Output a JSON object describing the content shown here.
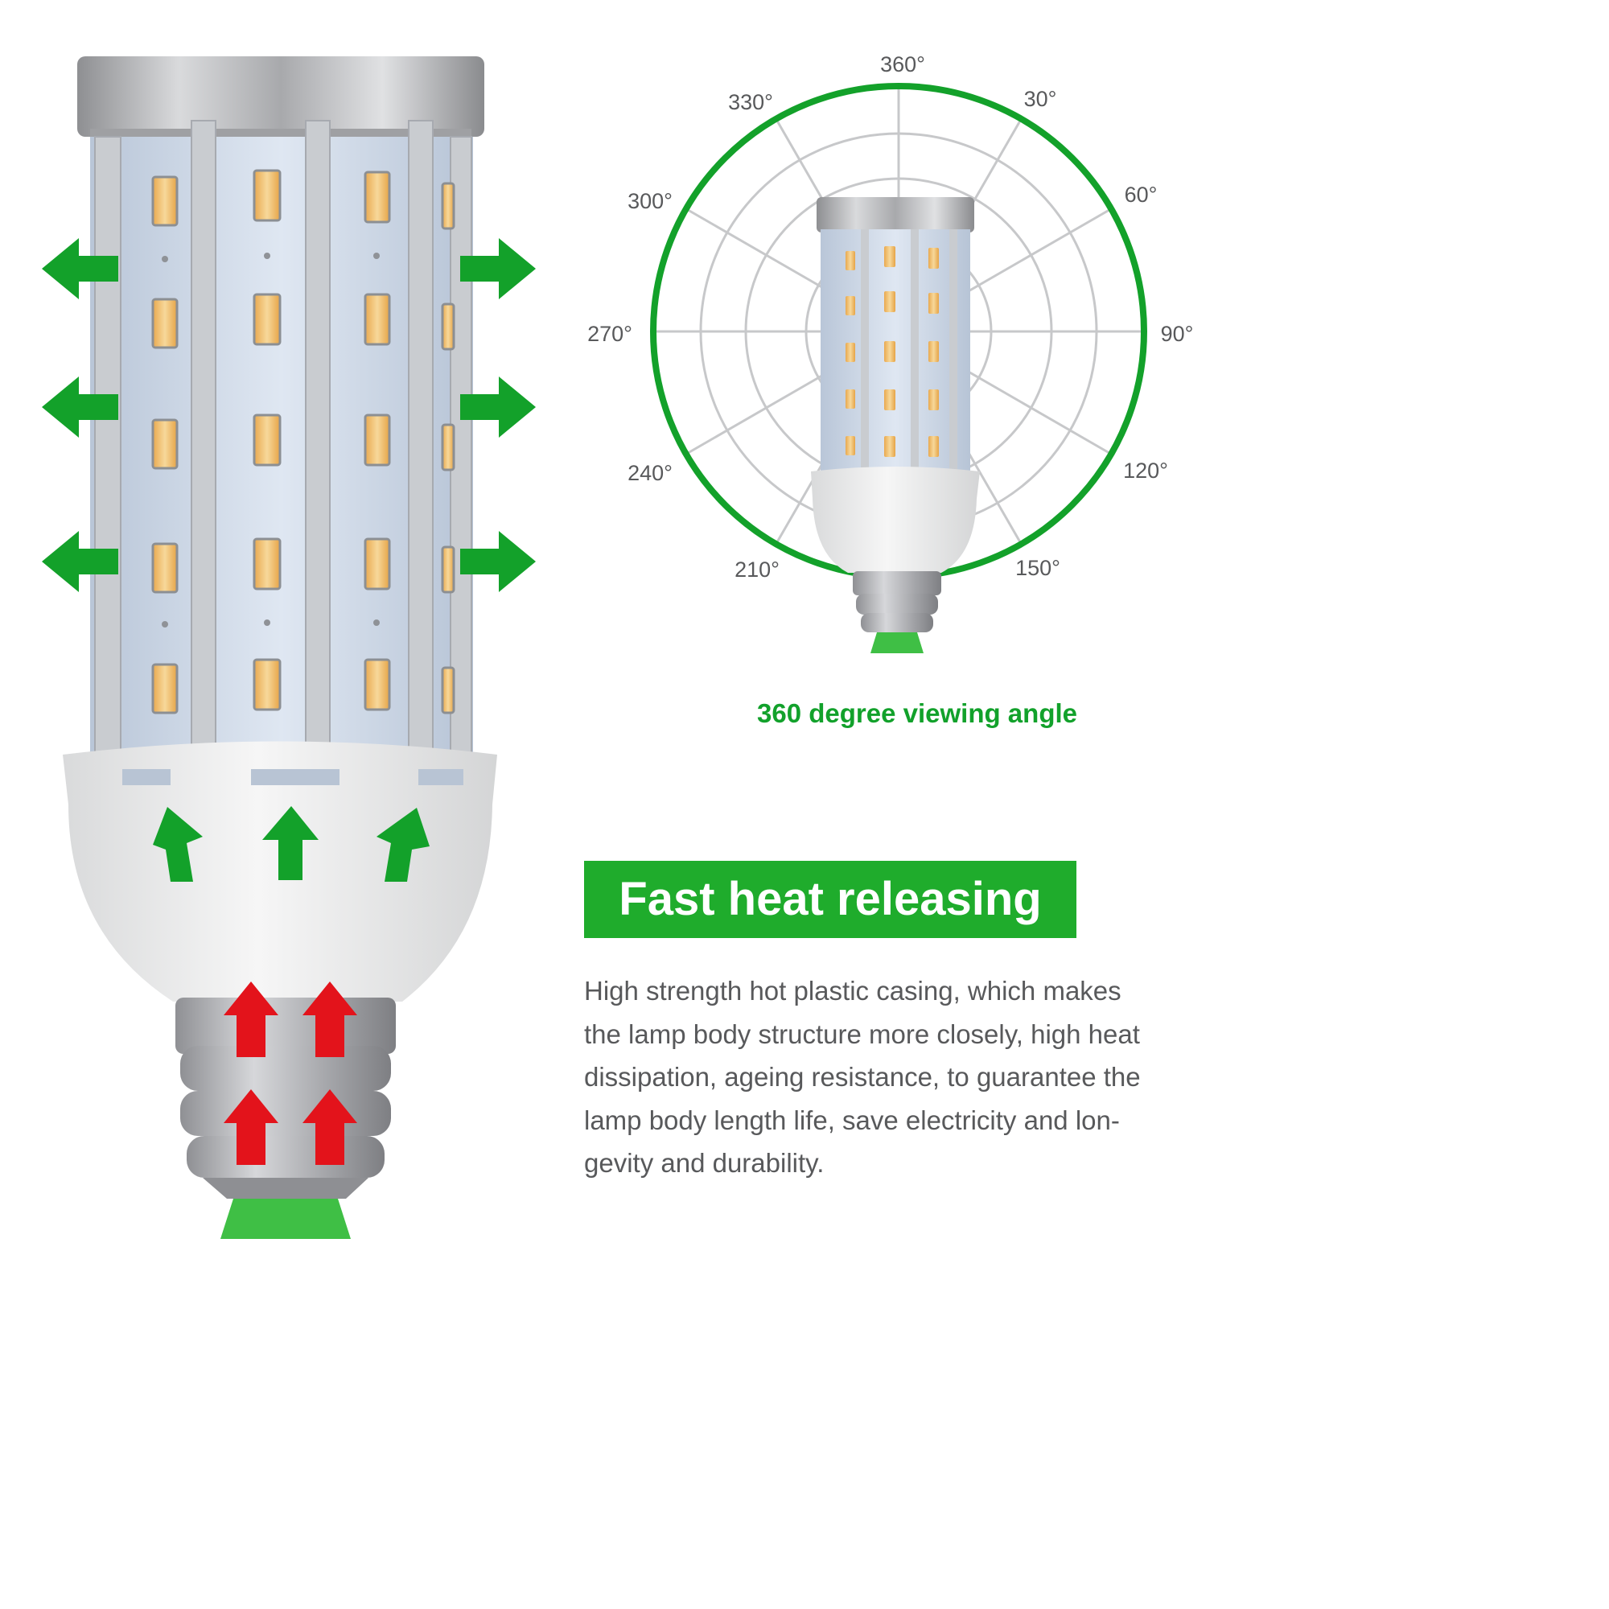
{
  "polar_diagram": {
    "angle_labels": [
      "360°",
      "30°",
      "60°",
      "90°",
      "120°",
      "150°",
      "210°",
      "240°",
      "270°",
      "300°",
      "330°"
    ],
    "caption": "360 degree viewing angle"
  },
  "heat_section": {
    "heading": "Fast heat releasing",
    "description_lines": [
      "High strength hot plastic casing, which makes",
      "the lamp body structure more closely, high heat",
      "dissipation, ageing resistance, to guarantee the",
      "lamp body length life, save electricity and lon-",
      "gevity and durability."
    ]
  },
  "colors": {
    "green_accent": "#1fac2c",
    "heat_arrow_red": "#e3131b",
    "body_text": "#58595b"
  },
  "icons": [
    "green-arrow-left-icon",
    "green-arrow-right-icon",
    "green-arrow-up-icon",
    "red-arrow-up-icon"
  ]
}
